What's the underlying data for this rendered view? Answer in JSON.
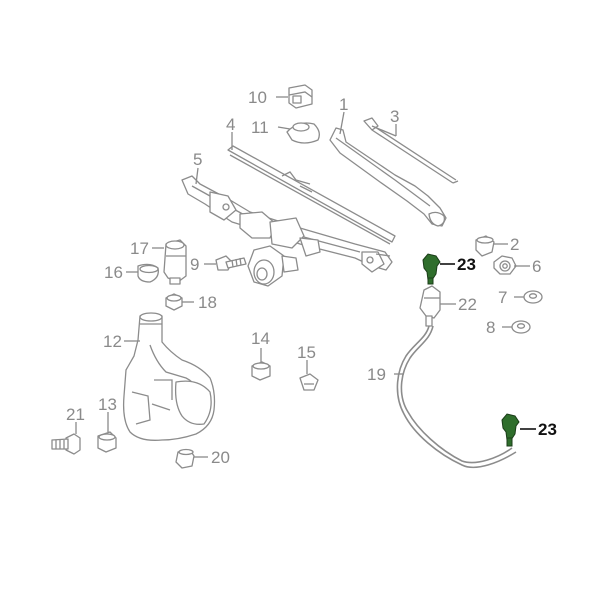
{
  "callouts": [
    {
      "id": "1",
      "label": "1",
      "highlight": false
    },
    {
      "id": "2",
      "label": "2",
      "highlight": false
    },
    {
      "id": "3",
      "label": "3",
      "highlight": false
    },
    {
      "id": "4",
      "label": "4",
      "highlight": false
    },
    {
      "id": "5",
      "label": "5",
      "highlight": false
    },
    {
      "id": "6",
      "label": "6",
      "highlight": false
    },
    {
      "id": "7",
      "label": "7",
      "highlight": false
    },
    {
      "id": "8",
      "label": "8",
      "highlight": false
    },
    {
      "id": "9",
      "label": "9",
      "highlight": false
    },
    {
      "id": "10",
      "label": "10",
      "highlight": false
    },
    {
      "id": "11",
      "label": "11",
      "highlight": false
    },
    {
      "id": "12",
      "label": "12",
      "highlight": false
    },
    {
      "id": "13",
      "label": "13",
      "highlight": false
    },
    {
      "id": "14",
      "label": "14",
      "highlight": false
    },
    {
      "id": "15",
      "label": "15",
      "highlight": false
    },
    {
      "id": "16",
      "label": "16",
      "highlight": false
    },
    {
      "id": "17",
      "label": "17",
      "highlight": false
    },
    {
      "id": "18",
      "label": "18",
      "highlight": false
    },
    {
      "id": "19",
      "label": "19",
      "highlight": false
    },
    {
      "id": "20",
      "label": "20",
      "highlight": false
    },
    {
      "id": "21",
      "label": "21",
      "highlight": false
    },
    {
      "id": "22",
      "label": "22",
      "highlight": false
    },
    {
      "id": "23a",
      "label": "23",
      "highlight": true
    },
    {
      "id": "23b",
      "label": "23",
      "highlight": true
    }
  ],
  "colors": {
    "line": "#8c8c8c",
    "label": "#8a8a8a",
    "highlight_part": "#2f6e2c",
    "highlight_label": "#111111"
  }
}
